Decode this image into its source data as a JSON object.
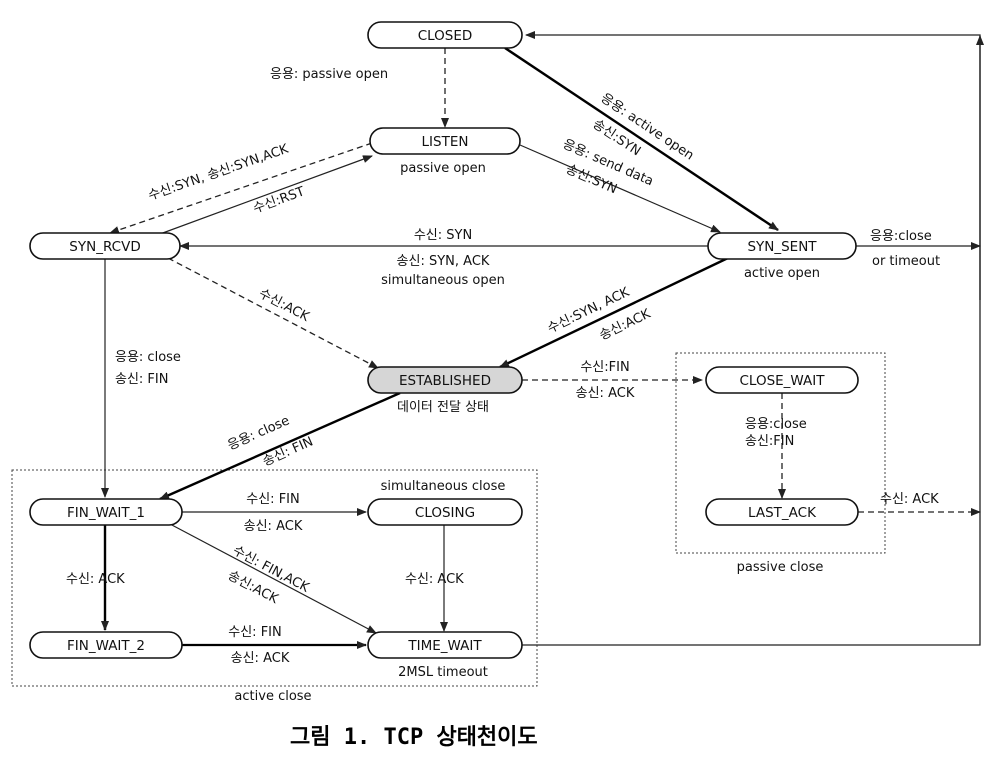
{
  "states": {
    "closed": "CLOSED",
    "listen": "LISTEN",
    "syn_rcvd": "SYN_RCVD",
    "syn_sent": "SYN_SENT",
    "established": "ESTABLISHED",
    "close_wait": "CLOSE_WAIT",
    "last_ack": "LAST_ACK",
    "fin_wait_1": "FIN_WAIT_1",
    "closing": "CLOSING",
    "fin_wait_2": "FIN_WAIT_2",
    "time_wait": "TIME_WAIT"
  },
  "notes": {
    "listen": "passive open",
    "syn_sent": "active open",
    "established": "데이터 전달 상태",
    "time_wait": "2MSL timeout",
    "simultaneous_close": "simultaneous close",
    "passive_close": "passive close",
    "active_close": "active close"
  },
  "labels": {
    "closed_listen": "응용: passive open",
    "closed_synsent_1": "응용: active open",
    "closed_synsent_2": "송신:SYN",
    "listen_synsent_1": "응용: send data",
    "listen_synsent_2": "송신:SYN",
    "listen_synrcvd_1": "수신:SYN, 송신:SYN,ACK",
    "synrcvd_listen": "수신:RST",
    "synsent_synrcvd_1": "수신: SYN",
    "synsent_synrcvd_2": "송신: SYN, ACK",
    "synsent_synrcvd_3": "simultaneous open",
    "synsent_close_1": "응용:close",
    "synsent_close_2": "or timeout",
    "synrcvd_est": "수신:ACK",
    "synsent_est_1": "수신:SYN, ACK",
    "synsent_est_2": "송신:ACK",
    "synrcvd_finwait1_1": "응용: close",
    "synrcvd_finwait1_2": "송신: FIN",
    "est_closewait_1": "수신:FIN",
    "est_closewait_2": "송신: ACK",
    "est_finwait1_1": "응용: close",
    "est_finwait1_2": "송신: FIN",
    "closewait_lastack_1": "응용:close",
    "closewait_lastack_2": "송신:FIN",
    "lastack_closed": "수신: ACK",
    "finwait1_closing_1": "수신: FIN",
    "finwait1_closing_2": "송신: ACK",
    "finwait1_timewait_1": "수신: FIN,ACK",
    "finwait1_timewait_2": "송신:ACK",
    "finwait1_finwait2": "수신: ACK",
    "closing_timewait": "수신: ACK",
    "finwait2_timewait_1": "수신: FIN",
    "finwait2_timewait_2": "송신: ACK"
  },
  "caption": "그림 1. TCP 상태천이도"
}
